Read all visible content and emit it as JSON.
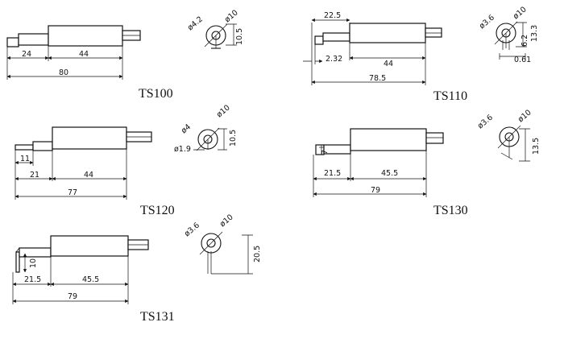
{
  "models": {
    "ts100": {
      "label": "TS100",
      "dims": {
        "tip": "24",
        "body": "44",
        "total": "80"
      },
      "section": {
        "dia_small": "ø4.2",
        "dia_large": "ø10",
        "height": "10.5"
      }
    },
    "ts110": {
      "label": "TS110",
      "dims": {
        "top": "22.5",
        "offset": "2.32",
        "body": "44",
        "total": "78.5"
      },
      "section": {
        "dia_small": "ø3.6",
        "dia_large": "ø10",
        "height": "13.3",
        "h2": "6.2",
        "w": "0.61"
      }
    },
    "ts120": {
      "label": "TS120",
      "dims": {
        "tip": "11",
        "left": "21",
        "body": "44",
        "total": "77"
      },
      "section": {
        "dia_small": "ø4",
        "dia_large": "ø10",
        "dia_tip": "ø1.9",
        "height": "10.5"
      }
    },
    "ts130": {
      "label": "TS130",
      "dims": {
        "h": "7",
        "left": "21.5",
        "body": "45.5",
        "total": "79"
      },
      "section": {
        "dia_small": "ø3.6",
        "dia_large": "ø10",
        "height": "13.5"
      }
    },
    "ts131": {
      "label": "TS131",
      "dims": {
        "h": "10",
        "left": "21.5",
        "body": "45.5",
        "total": "79"
      },
      "section": {
        "dia_small": "ø3.6",
        "dia_large": "ø10",
        "height": "20.5"
      }
    }
  }
}
